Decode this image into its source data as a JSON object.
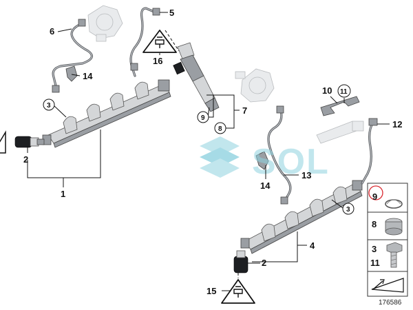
{
  "labels": {
    "l1": "1",
    "l2a": "2",
    "l2b": "2",
    "l3a": "3",
    "l3b": "3",
    "l4": "4",
    "l5": "5",
    "l6": "6",
    "l7": "7",
    "l8": "8",
    "l9": "9",
    "l10": "10",
    "l11": "11",
    "l12": "12",
    "l13": "13",
    "l14a": "14",
    "l14b": "14",
    "l15": "15",
    "l16": "16"
  },
  "legend": {
    "item9": "9",
    "item8": "8",
    "item3": "3",
    "item11": "11"
  },
  "watermark": "SOL",
  "diagram_number": "176586",
  "colors": {
    "highlight_circle": "#d9272e",
    "watermark": "#8fd3e0"
  }
}
